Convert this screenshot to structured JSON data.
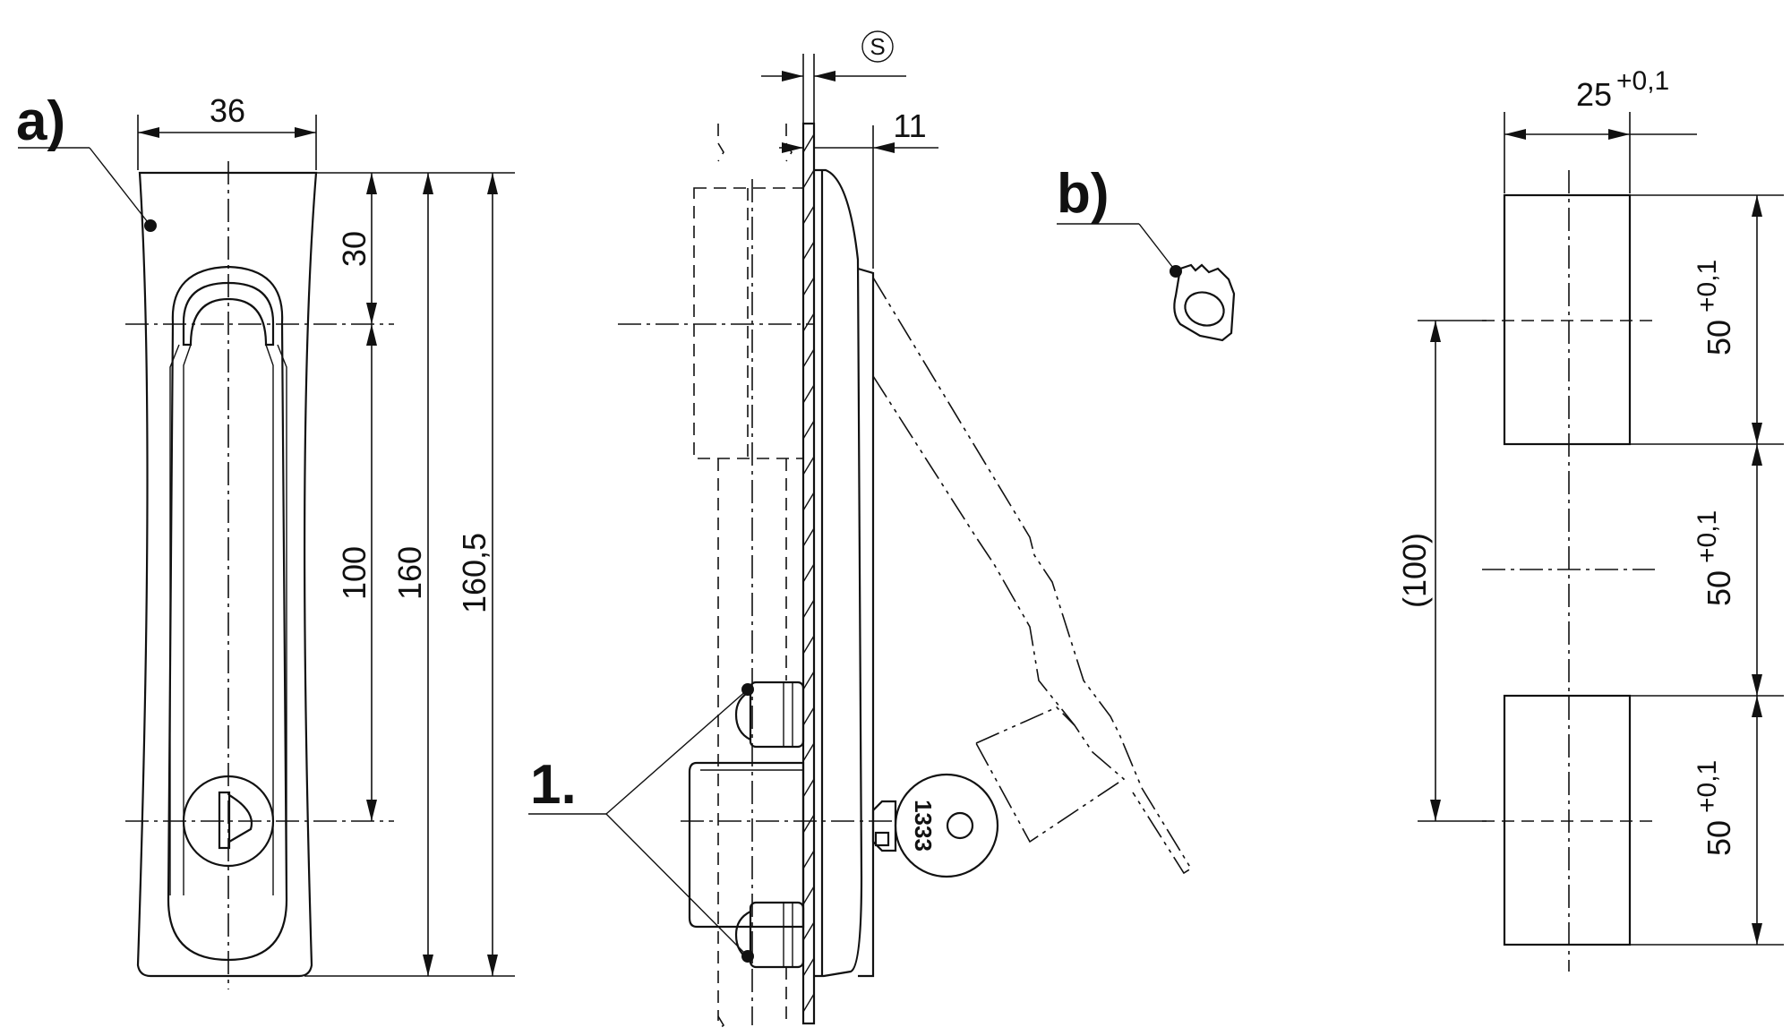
{
  "labels": {
    "a": "a)",
    "b": "b)",
    "one": "1."
  },
  "key_number": "1333",
  "symbol_s": "S",
  "front_view": {
    "width": "36",
    "dim_30": "30",
    "dim_100": "100",
    "dim_160": "160",
    "dim_160_5": "160,5"
  },
  "side_view": {
    "dim_11": "11"
  },
  "cutout": {
    "width": "25",
    "width_tol": "+0,1",
    "height_1": "50",
    "height_2": "50",
    "height_3": "50",
    "height_tol": "+0,1",
    "spacing": "(100)"
  }
}
